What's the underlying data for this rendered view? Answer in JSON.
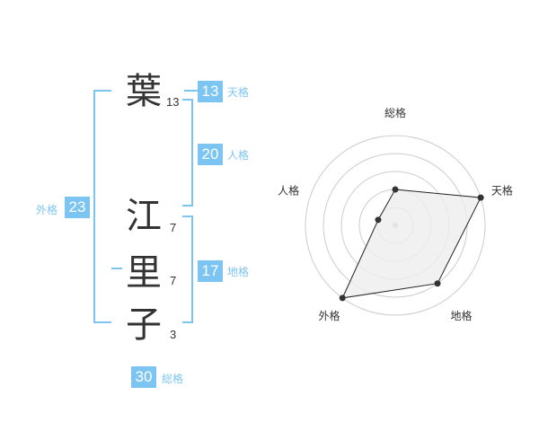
{
  "name": {
    "surname": [
      {
        "char": "葉",
        "strokes": "13"
      }
    ],
    "given": [
      {
        "char": "江",
        "strokes": "7"
      },
      {
        "char": "里",
        "strokes": "7"
      },
      {
        "char": "子",
        "strokes": "3"
      }
    ]
  },
  "fortune": {
    "tenkaku": {
      "label": "天格",
      "value": "13"
    },
    "jinkaku": {
      "label": "人格",
      "value": "20"
    },
    "chikaku": {
      "label": "地格",
      "value": "17"
    },
    "gaikaku": {
      "label": "外格",
      "value": "23"
    },
    "soukaku": {
      "label": "総格",
      "value": "30"
    }
  },
  "radar": {
    "axes": [
      "総格",
      "天格",
      "地格",
      "外格",
      "人格"
    ],
    "levels": 5,
    "values": [
      2,
      5,
      4,
      5,
      1
    ],
    "fill_color": "#eeeeee",
    "line_color": "#222222",
    "grid_color": "#cccccc"
  },
  "colors": {
    "accent": "#7cc5f2",
    "text": "#333333"
  }
}
